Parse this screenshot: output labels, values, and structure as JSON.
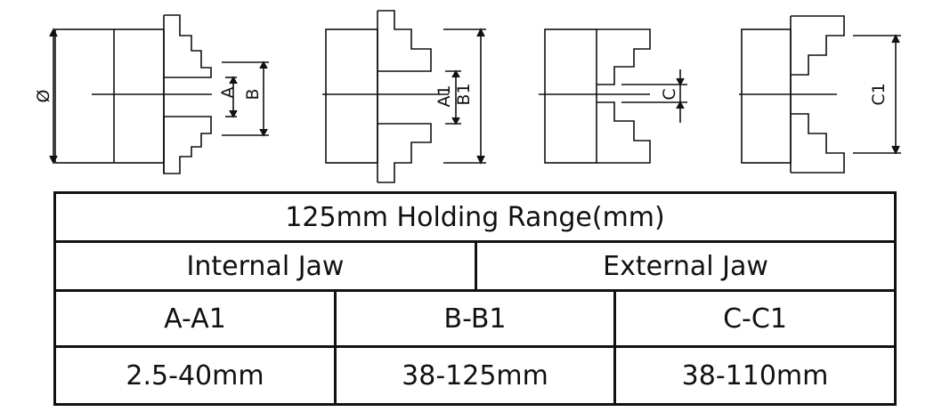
{
  "drawing": {
    "labels": {
      "diameter": "Ø",
      "a": "A",
      "b": "B",
      "a1": "A1",
      "b1": "B1",
      "c": "C",
      "c1": "C1"
    }
  },
  "table": {
    "title": "125mm Holding Range(mm)",
    "groups": [
      "Internal Jaw",
      "External Jaw"
    ],
    "columns": [
      "A-A1",
      "B-B1",
      "C-C1"
    ],
    "values": [
      "2.5-40mm",
      "38-125mm",
      "38-110mm"
    ]
  }
}
